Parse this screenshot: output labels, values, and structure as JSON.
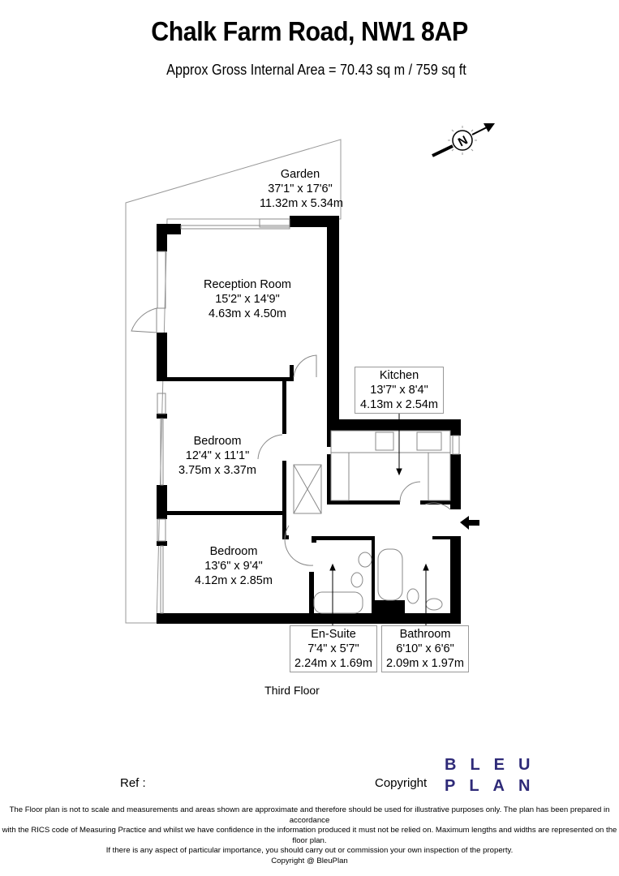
{
  "header": {
    "title": "Chalk Farm Road, NW1 8AP",
    "area": "Approx Gross Internal Area = 70.43 sq m / 759 sq ft"
  },
  "compass": {
    "label": "N",
    "icon": "north-arrow-icon"
  },
  "rooms": [
    {
      "name": "Garden",
      "imperial": "37'1\" x 17'6\"",
      "metric": "11.32m x 5.34m"
    },
    {
      "name": "Reception Room",
      "imperial": "15'2\" x 14'9\"",
      "metric": "4.63m x 4.50m"
    },
    {
      "name": "Kitchen",
      "imperial": "13'7\" x 8'4\"",
      "metric": "4.13m x 2.54m"
    },
    {
      "name": "Bedroom",
      "imperial": "12'4\" x 11'1\"",
      "metric": "3.75m x 3.37m"
    },
    {
      "name": "Bedroom",
      "imperial": "13'6\" x 9'4\"",
      "metric": "4.12m x 2.85m"
    },
    {
      "name": "En-Suite",
      "imperial": "7'4\" x 5'7\"",
      "metric": "2.24m x 1.69m"
    },
    {
      "name": "Bathroom",
      "imperial": "6'10\" x 6'6\"",
      "metric": "2.09m x 1.97m"
    }
  ],
  "floor_label": "Third Floor",
  "footer": {
    "ref": "Ref  :",
    "copyright": "Copyright",
    "logo_line1": "BLEU",
    "logo_line2": "PLAN",
    "disclaimer": [
      "The Floor plan is not to scale and measurements and areas shown are approximate and therefore should be used for illustrative purposes only. The plan has been prepared in accordance",
      "with the RICS code of Measuring Practice and whilst we have confidence in the information produced it must not be relied on. Maximum lengths and widths are represented on the floor plan.",
      "If there is any aspect of particular importance, you should carry out or commission your own inspection of the property.",
      "Copyright @ BleuPlan"
    ]
  },
  "colors": {
    "walls": "#000000",
    "logo": "#2e2a78",
    "outline": "#999999"
  }
}
